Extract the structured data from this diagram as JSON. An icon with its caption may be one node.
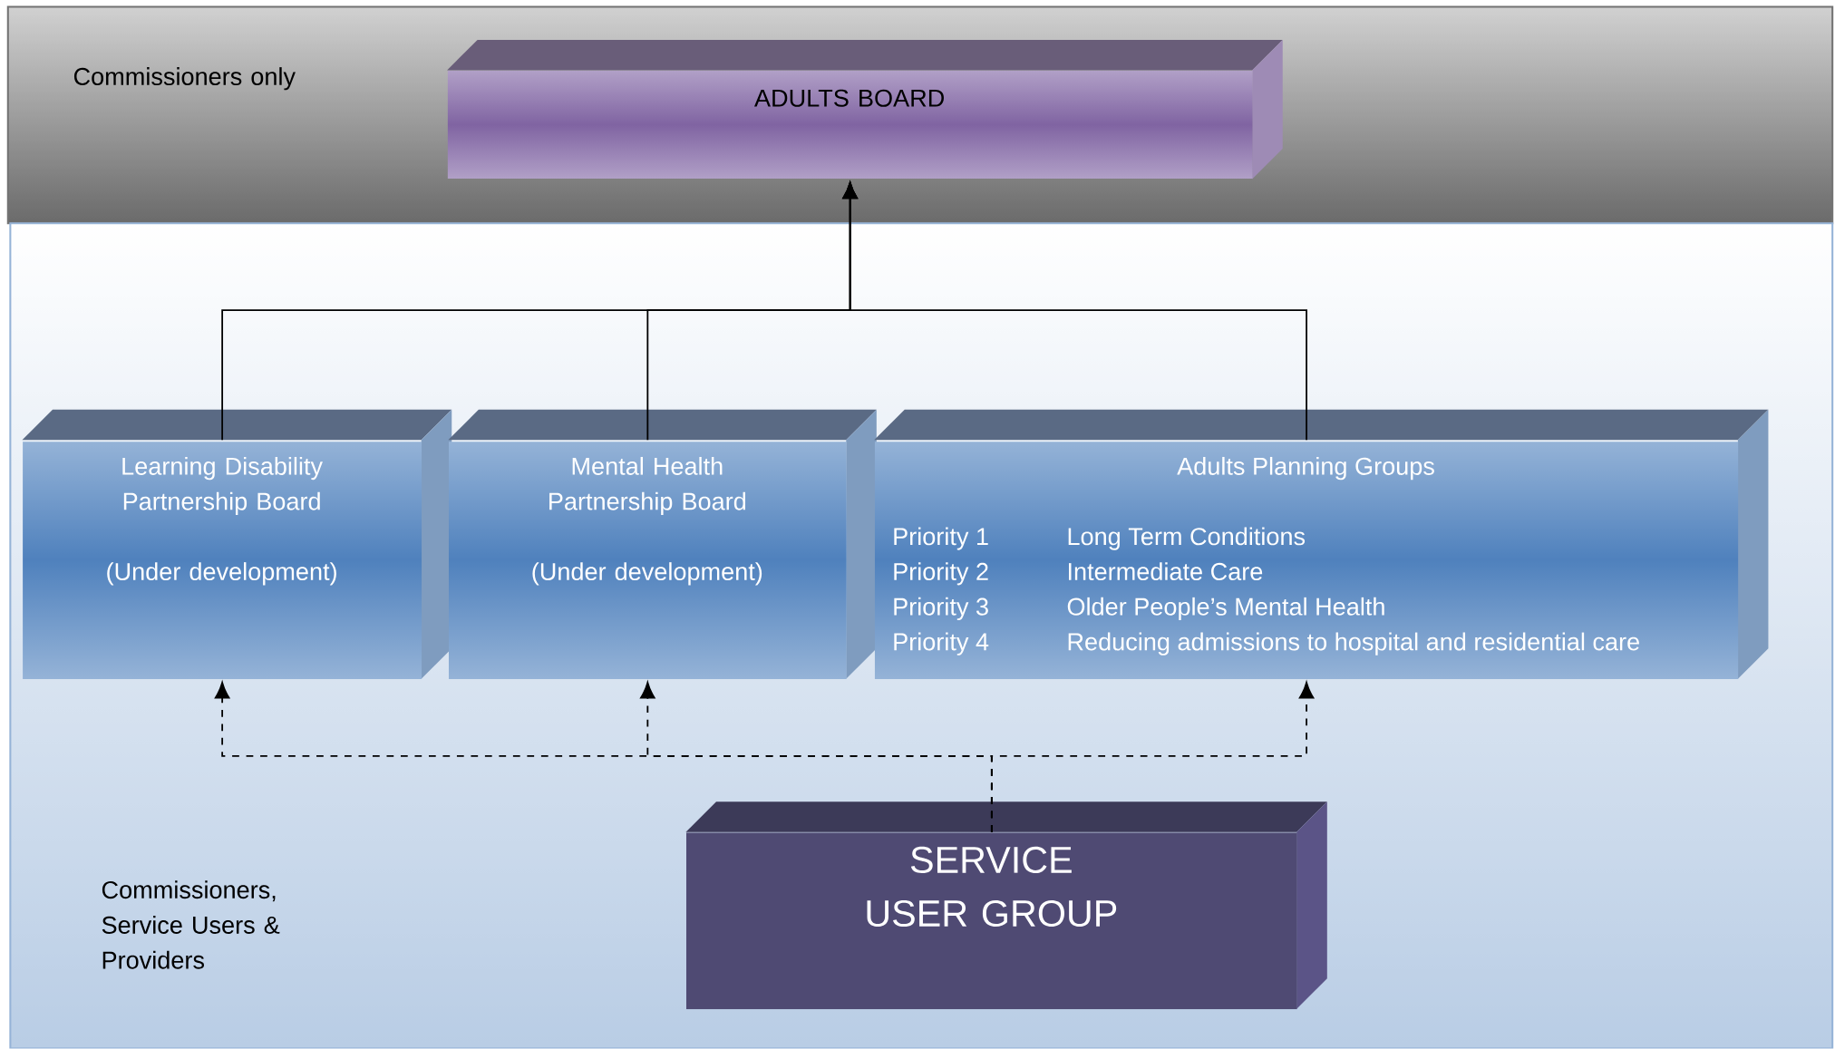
{
  "diagram": {
    "nodes": [
      {
        "text": [
          "Commissioners only"
        ]
      },
      {
        "text": [
          "ADULTS BOARD"
        ],
        "in": 0
      },
      {
        "text": [
          "Commissioners, Service Users & Providers"
        ]
      },
      {
        "text": [
          "Learning Disability Partnership Board",
          "(Under development)"
        ],
        "in": 2
      },
      {
        "text": [
          "Mental Health Partnership Board",
          "(Under development)"
        ],
        "in": 2
      },
      {
        "text": [
          "Adults Planning Groups",
          "Priority 1",
          "Long Term Conditions",
          "Priority 2",
          "Intermediate Care",
          "Priority 3",
          "Older People’s Mental Health",
          "Priority 4",
          "Reducing admissions to hospital and residential care"
        ],
        "in": 2
      },
      {
        "text": [
          "SERVICE USER GROUP"
        ],
        "in": 2
      }
    ],
    "edges": [
      {
        "from": 3,
        "to": 1,
        "arrow": "to"
      },
      {
        "from": 4,
        "to": 1,
        "arrow": "to"
      },
      {
        "from": 5,
        "to": 1,
        "arrow": "to"
      },
      {
        "from": 6,
        "to": 3,
        "arrow": "to",
        "style": "dashed"
      },
      {
        "from": 6,
        "to": 4,
        "arrow": "to",
        "style": "dashed"
      },
      {
        "from": 6,
        "to": 5,
        "arrow": "to",
        "style": "dashed"
      }
    ]
  }
}
